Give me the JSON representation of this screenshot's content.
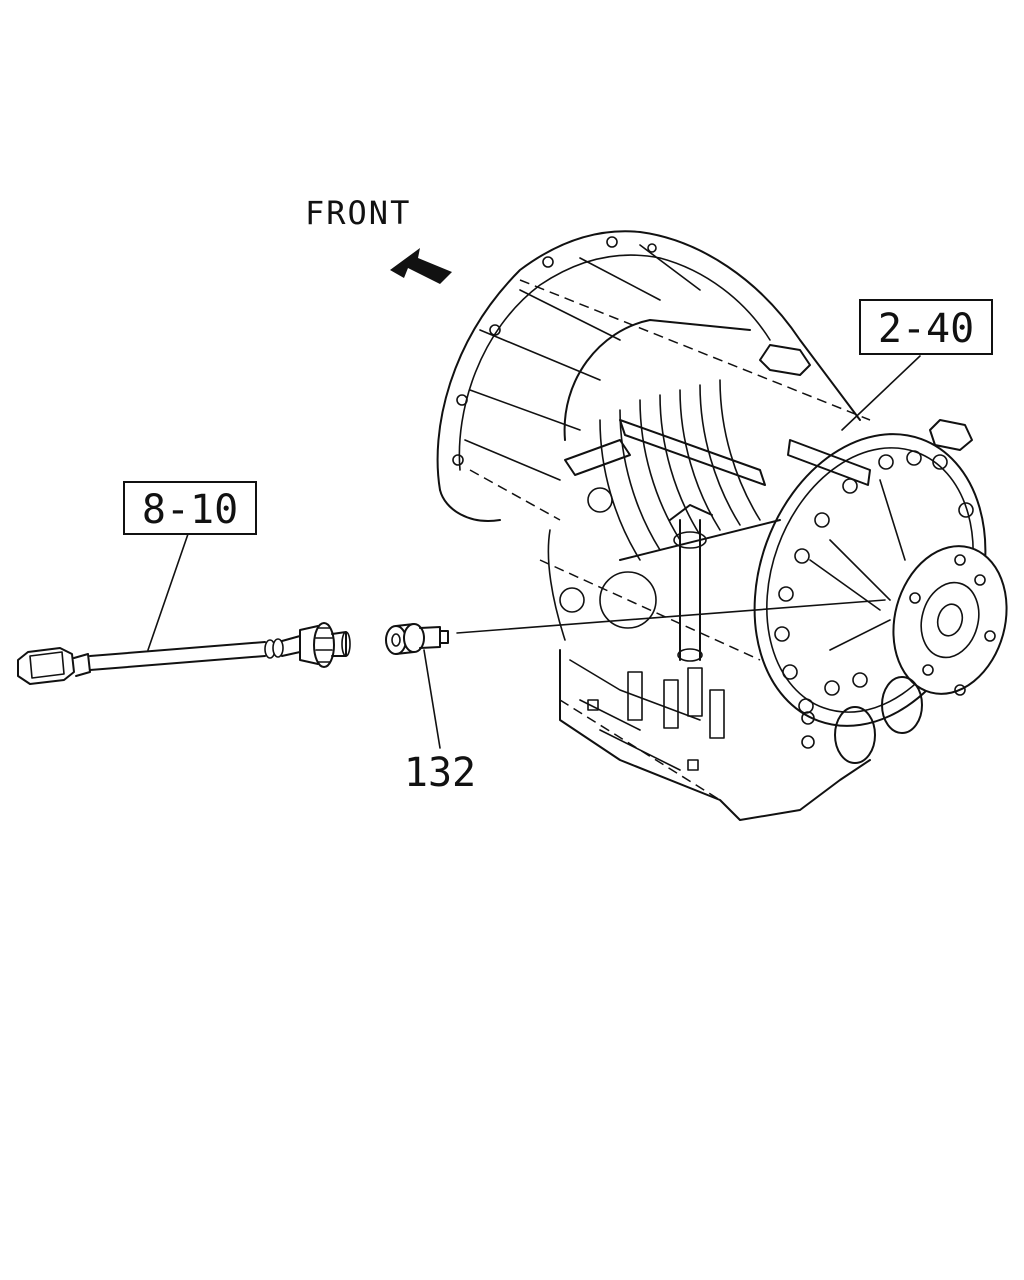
{
  "diagram": {
    "front_label": "FRONT",
    "callouts": [
      {
        "id": "transmission",
        "text": "2-40"
      },
      {
        "id": "speed-sensor-harness",
        "text": "8-10"
      },
      {
        "id": "sensor-plug",
        "text": "132"
      }
    ]
  }
}
